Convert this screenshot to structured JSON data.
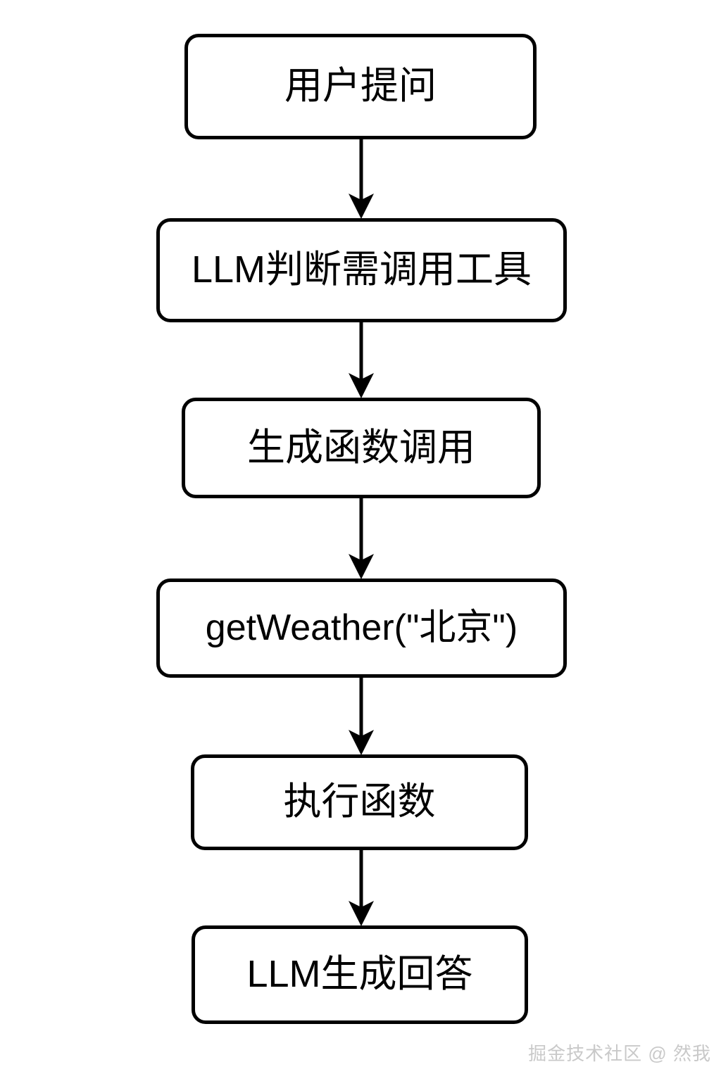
{
  "diagram": {
    "type": "flowchart",
    "direction": "top-to-bottom",
    "background_color": "#ffffff",
    "node_border_color": "#000000",
    "node_fill_color": "#ffffff",
    "connector_color": "#000000",
    "nodes": [
      {
        "id": "user-question",
        "label": "用户提问"
      },
      {
        "id": "llm-decide-tool",
        "label": "LLM判断需调用工具"
      },
      {
        "id": "generate-call",
        "label": "生成函数调用"
      },
      {
        "id": "get-weather-call",
        "label": "getWeather(\"北京\")"
      },
      {
        "id": "execute-function",
        "label": "执行函数"
      },
      {
        "id": "llm-answer",
        "label": "LLM生成回答"
      }
    ],
    "edges": [
      {
        "from": "user-question",
        "to": "llm-decide-tool",
        "label": ""
      },
      {
        "from": "llm-decide-tool",
        "to": "generate-call",
        "label": ""
      },
      {
        "from": "generate-call",
        "to": "get-weather-call",
        "label": ""
      },
      {
        "from": "get-weather-call",
        "to": "execute-function",
        "label": ""
      },
      {
        "from": "execute-function",
        "to": "llm-answer",
        "label": ""
      }
    ]
  },
  "watermark": {
    "text": "掘金技术社区 @ 然我",
    "color": "#c9c9c9"
  }
}
